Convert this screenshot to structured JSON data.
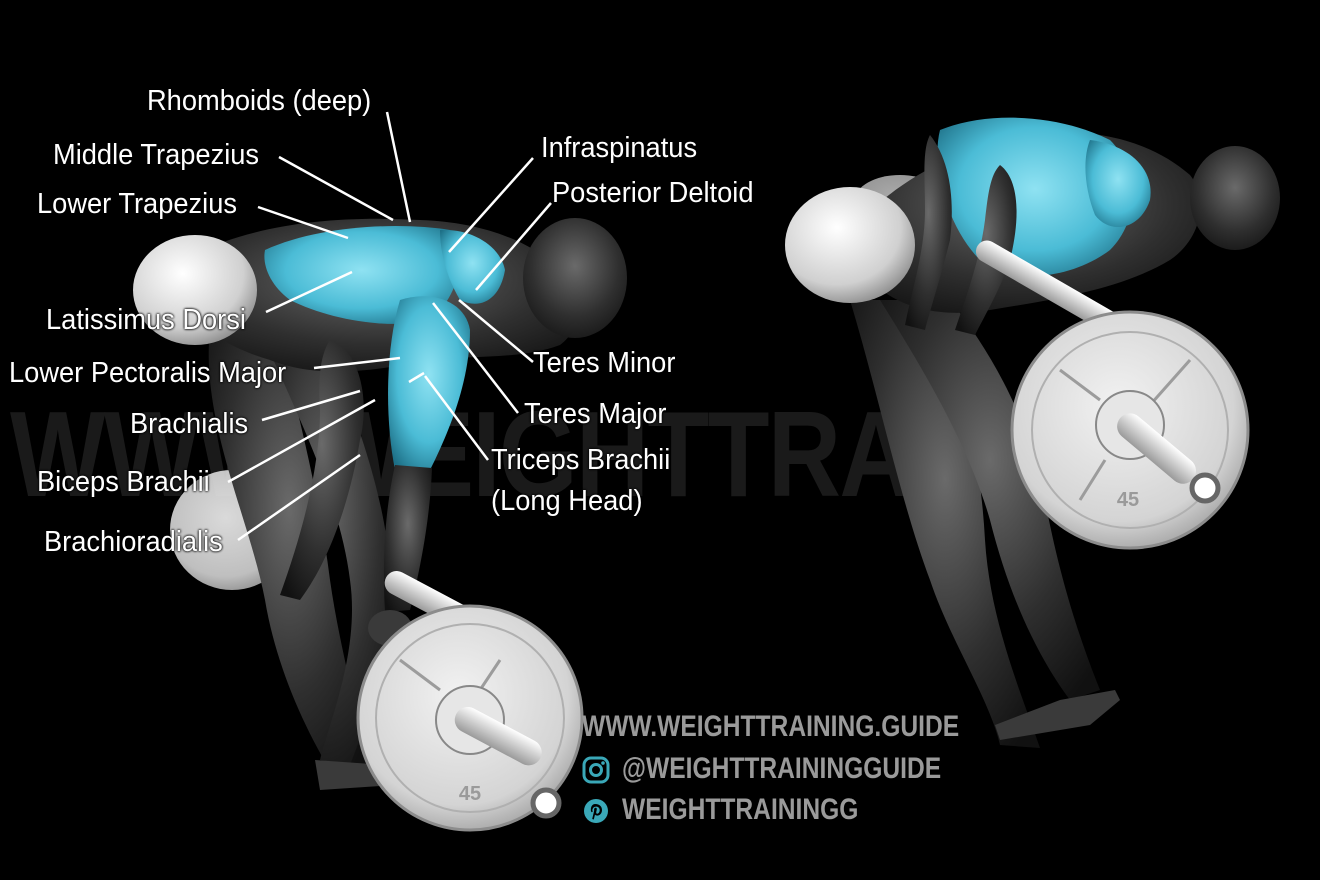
{
  "watermark": "WWW.WEIGHTTRAINING.GUIDE",
  "labels": {
    "rhomboids": "Rhomboids (deep)",
    "middle_trapezius": "Middle Trapezius",
    "lower_trapezius": "Lower Trapezius",
    "latissimus": "Latissimus Dorsi",
    "lower_pectoralis": "Lower Pectoralis Major",
    "brachialis": "Brachialis",
    "biceps": "Biceps Brachii",
    "brachioradialis": "Brachioradialis",
    "infraspinatus": "Infraspinatus",
    "posterior_deltoid": "Posterior Deltoid",
    "teres_minor": "Teres Minor",
    "teres_major": "Teres Major",
    "triceps_line1": "Triceps Brachii",
    "triceps_line2": "(Long Head)"
  },
  "plate_left": "45",
  "plate_right": "45",
  "branding": {
    "website": "WWW.WEIGHTTRAINING.GUIDE",
    "instagram": "@WEIGHTTRAININGGUIDE",
    "pinterest": "WEIGHTTRAININGG"
  },
  "colors": {
    "background": "#000000",
    "muscle_highlight": "#5cc8e0",
    "body": "#2a2a2a",
    "plate": "#d9d9d9",
    "label": "#ffffff",
    "branding_text": "#9a9a9a",
    "icon": "#3aa8b8"
  },
  "icons": [
    "instagram-icon",
    "pinterest-icon"
  ]
}
